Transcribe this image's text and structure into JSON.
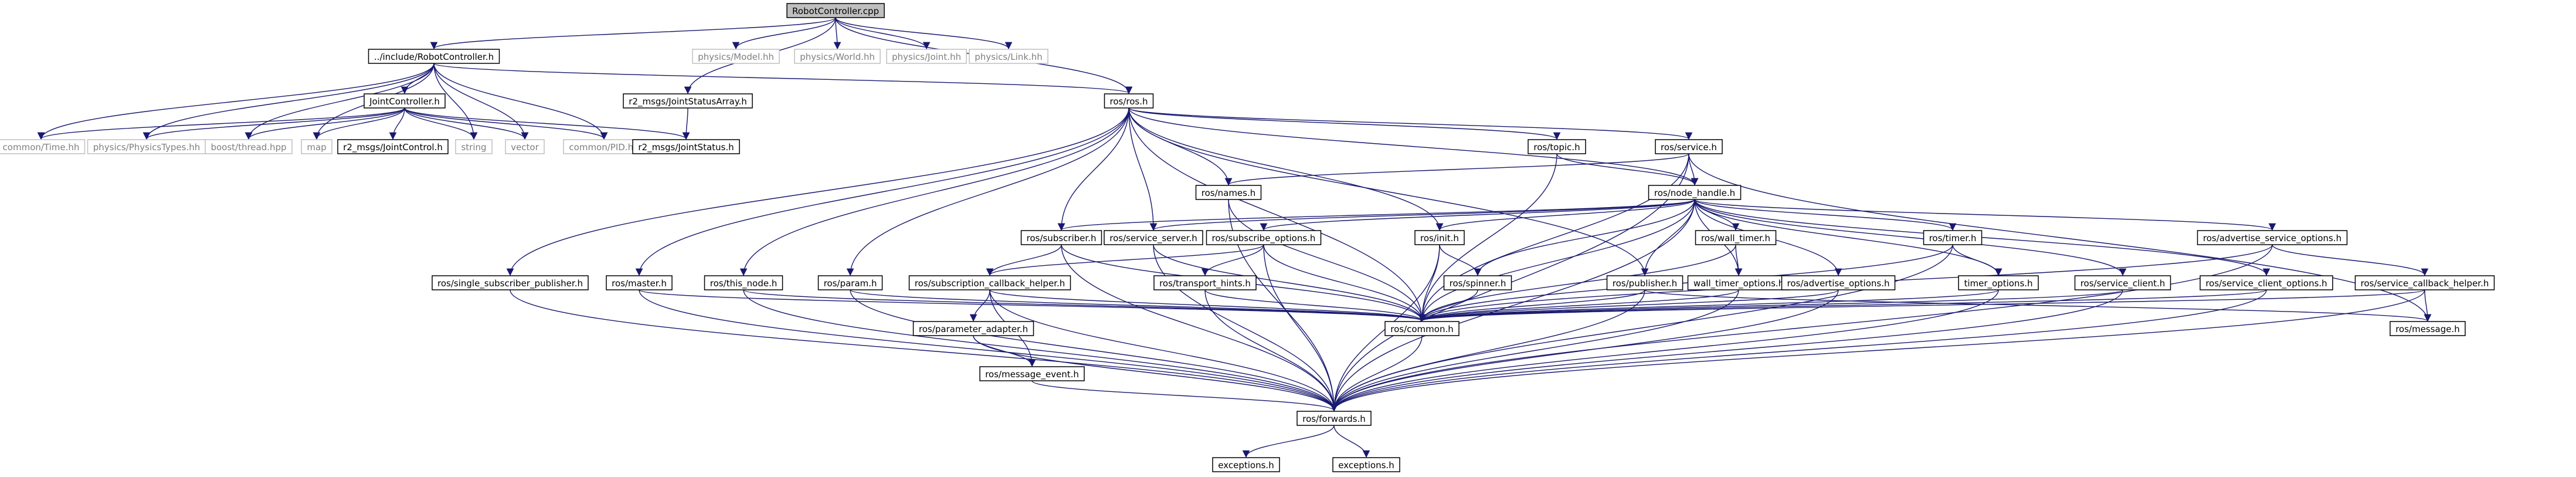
{
  "colors": {
    "edge": "#191970",
    "stub_border": "#bfbfbf",
    "stub_text": "#7f7f7f",
    "box_border": "#000000",
    "box_text": "#000000",
    "root_fill": "#bfbfbf"
  },
  "nodes": [
    {
      "id": "n0",
      "label": "RobotController.cpp",
      "kind": "root"
    },
    {
      "id": "n1",
      "label": "../include/RobotController.h",
      "kind": "box"
    },
    {
      "id": "n2",
      "label": "physics/Model.hh",
      "kind": "stub"
    },
    {
      "id": "n3",
      "label": "physics/World.hh",
      "kind": "stub"
    },
    {
      "id": "n4",
      "label": "physics/Joint.hh",
      "kind": "stub"
    },
    {
      "id": "n5",
      "label": "physics/Link.hh",
      "kind": "stub"
    },
    {
      "id": "n6",
      "label": "r2_msgs/JointStatusArray.h",
      "kind": "box"
    },
    {
      "id": "n7",
      "label": "ros/ros.h",
      "kind": "box"
    },
    {
      "id": "n8",
      "label": "JointController.h",
      "kind": "box"
    },
    {
      "id": "n9",
      "label": "common/Time.hh",
      "kind": "stub"
    },
    {
      "id": "n10",
      "label": "physics/PhysicsTypes.hh",
      "kind": "stub"
    },
    {
      "id": "n11",
      "label": "boost/thread.hpp",
      "kind": "stub"
    },
    {
      "id": "n12",
      "label": "map",
      "kind": "stub"
    },
    {
      "id": "n13",
      "label": "r2_msgs/JointControl.h",
      "kind": "box"
    },
    {
      "id": "n14",
      "label": "string",
      "kind": "stub"
    },
    {
      "id": "n15",
      "label": "vector",
      "kind": "stub"
    },
    {
      "id": "n16",
      "label": "common/PID.hh",
      "kind": "stub"
    },
    {
      "id": "n17",
      "label": "r2_msgs/JointStatus.h",
      "kind": "box"
    },
    {
      "id": "n18",
      "label": "ros/topic.h",
      "kind": "box"
    },
    {
      "id": "n19",
      "label": "ros/service.h",
      "kind": "box"
    },
    {
      "id": "n20",
      "label": "ros/names.h",
      "kind": "box"
    },
    {
      "id": "n21",
      "label": "ros/node_handle.h",
      "kind": "box"
    },
    {
      "id": "n22",
      "label": "ros/subscriber.h",
      "kind": "box"
    },
    {
      "id": "n23",
      "label": "ros/service_server.h",
      "kind": "box"
    },
    {
      "id": "n24",
      "label": "ros/subscribe_options.h",
      "kind": "box"
    },
    {
      "id": "n25",
      "label": "ros/init.h",
      "kind": "box"
    },
    {
      "id": "n26",
      "label": "ros/wall_timer.h",
      "kind": "box"
    },
    {
      "id": "n27",
      "label": "ros/timer.h",
      "kind": "box"
    },
    {
      "id": "n28",
      "label": "ros/advertise_service_options.h",
      "kind": "box"
    },
    {
      "id": "n29",
      "label": "ros/single_subscriber_publisher.h",
      "kind": "box"
    },
    {
      "id": "n30",
      "label": "ros/master.h",
      "kind": "box"
    },
    {
      "id": "n31",
      "label": "ros/this_node.h",
      "kind": "box"
    },
    {
      "id": "n32",
      "label": "ros/param.h",
      "kind": "box"
    },
    {
      "id": "n33",
      "label": "ros/subscription_callback_helper.h",
      "kind": "box"
    },
    {
      "id": "n34",
      "label": "ros/transport_hints.h",
      "kind": "box"
    },
    {
      "id": "n35",
      "label": "ros/spinner.h",
      "kind": "box"
    },
    {
      "id": "n36",
      "label": "ros/publisher.h",
      "kind": "box"
    },
    {
      "id": "n37",
      "label": "wall_timer_options.h",
      "kind": "box"
    },
    {
      "id": "n38",
      "label": "ros/advertise_options.h",
      "kind": "box"
    },
    {
      "id": "n39",
      "label": "timer_options.h",
      "kind": "box"
    },
    {
      "id": "n40",
      "label": "ros/service_client.h",
      "kind": "box"
    },
    {
      "id": "n41",
      "label": "ros/service_client_options.h",
      "kind": "box"
    },
    {
      "id": "n42",
      "label": "ros/service_callback_helper.h",
      "kind": "box"
    },
    {
      "id": "n43",
      "label": "ros/common.h",
      "kind": "box"
    },
    {
      "id": "n44",
      "label": "ros/message.h",
      "kind": "box"
    },
    {
      "id": "n45",
      "label": "ros/parameter_adapter.h",
      "kind": "box"
    },
    {
      "id": "n46",
      "label": "ros/message_event.h",
      "kind": "box"
    },
    {
      "id": "n47",
      "label": "ros/forwards.h",
      "kind": "box"
    },
    {
      "id": "n48",
      "label": "exceptions.h",
      "kind": "box"
    },
    {
      "id": "n49",
      "label": "exceptions.h",
      "kind": "box"
    }
  ],
  "edges": [
    [
      "n0",
      "n1"
    ],
    [
      "n0",
      "n2"
    ],
    [
      "n0",
      "n3"
    ],
    [
      "n0",
      "n4"
    ],
    [
      "n0",
      "n5"
    ],
    [
      "n0",
      "n6"
    ],
    [
      "n0",
      "n7"
    ],
    [
      "n1",
      "n8"
    ],
    [
      "n1",
      "n9"
    ],
    [
      "n1",
      "n10"
    ],
    [
      "n1",
      "n11"
    ],
    [
      "n1",
      "n12"
    ],
    [
      "n1",
      "n14"
    ],
    [
      "n1",
      "n15"
    ],
    [
      "n1",
      "n16"
    ],
    [
      "n1",
      "n7"
    ],
    [
      "n8",
      "n9"
    ],
    [
      "n8",
      "n10"
    ],
    [
      "n8",
      "n11"
    ],
    [
      "n8",
      "n12"
    ],
    [
      "n8",
      "n13"
    ],
    [
      "n8",
      "n14"
    ],
    [
      "n8",
      "n15"
    ],
    [
      "n8",
      "n16"
    ],
    [
      "n8",
      "n17"
    ],
    [
      "n6",
      "n17"
    ],
    [
      "n7",
      "n18"
    ],
    [
      "n7",
      "n19"
    ],
    [
      "n7",
      "n20"
    ],
    [
      "n7",
      "n21"
    ],
    [
      "n7",
      "n22"
    ],
    [
      "n7",
      "n23"
    ],
    [
      "n7",
      "n25"
    ],
    [
      "n7",
      "n29"
    ],
    [
      "n7",
      "n30"
    ],
    [
      "n7",
      "n31"
    ],
    [
      "n7",
      "n32"
    ],
    [
      "n7",
      "n36"
    ],
    [
      "n7",
      "n43"
    ],
    [
      "n18",
      "n21"
    ],
    [
      "n18",
      "n43"
    ],
    [
      "n19",
      "n20"
    ],
    [
      "n19",
      "n21"
    ],
    [
      "n19",
      "n43"
    ],
    [
      "n19",
      "n44"
    ],
    [
      "n19",
      "n47"
    ],
    [
      "n20",
      "n43"
    ],
    [
      "n20",
      "n47"
    ],
    [
      "n21",
      "n22"
    ],
    [
      "n21",
      "n23"
    ],
    [
      "n21",
      "n24"
    ],
    [
      "n21",
      "n25"
    ],
    [
      "n21",
      "n26"
    ],
    [
      "n21",
      "n27"
    ],
    [
      "n21",
      "n28"
    ],
    [
      "n21",
      "n35"
    ],
    [
      "n21",
      "n36"
    ],
    [
      "n21",
      "n37"
    ],
    [
      "n21",
      "n38"
    ],
    [
      "n21",
      "n39"
    ],
    [
      "n21",
      "n40"
    ],
    [
      "n21",
      "n41"
    ],
    [
      "n21",
      "n43"
    ],
    [
      "n21",
      "n47"
    ],
    [
      "n22",
      "n33"
    ],
    [
      "n22",
      "n43"
    ],
    [
      "n22",
      "n47"
    ],
    [
      "n23",
      "n43"
    ],
    [
      "n23",
      "n47"
    ],
    [
      "n24",
      "n33"
    ],
    [
      "n24",
      "n34"
    ],
    [
      "n24",
      "n43"
    ],
    [
      "n24",
      "n47"
    ],
    [
      "n25",
      "n35"
    ],
    [
      "n25",
      "n43"
    ],
    [
      "n25",
      "n47"
    ],
    [
      "n26",
      "n37"
    ],
    [
      "n26",
      "n43"
    ],
    [
      "n27",
      "n39"
    ],
    [
      "n27",
      "n43"
    ],
    [
      "n27",
      "n47"
    ],
    [
      "n28",
      "n42"
    ],
    [
      "n28",
      "n43"
    ],
    [
      "n28",
      "n47"
    ],
    [
      "n29",
      "n47"
    ],
    [
      "n30",
      "n43"
    ],
    [
      "n30",
      "n47"
    ],
    [
      "n31",
      "n43"
    ],
    [
      "n31",
      "n47"
    ],
    [
      "n32",
      "n43"
    ],
    [
      "n32",
      "n47"
    ],
    [
      "n33",
      "n45"
    ],
    [
      "n33",
      "n46"
    ],
    [
      "n33",
      "n43"
    ],
    [
      "n33",
      "n47"
    ],
    [
      "n34",
      "n43"
    ],
    [
      "n34",
      "n47"
    ],
    [
      "n35",
      "n43"
    ],
    [
      "n36",
      "n43"
    ],
    [
      "n36",
      "n44"
    ],
    [
      "n36",
      "n47"
    ],
    [
      "n37",
      "n43"
    ],
    [
      "n37",
      "n47"
    ],
    [
      "n38",
      "n43"
    ],
    [
      "n38",
      "n47"
    ],
    [
      "n39",
      "n43"
    ],
    [
      "n39",
      "n47"
    ],
    [
      "n40",
      "n43"
    ],
    [
      "n40",
      "n47"
    ],
    [
      "n41",
      "n43"
    ],
    [
      "n41",
      "n47"
    ],
    [
      "n42",
      "n43"
    ],
    [
      "n42",
      "n44"
    ],
    [
      "n42",
      "n47"
    ],
    [
      "n45",
      "n46"
    ],
    [
      "n45",
      "n47"
    ],
    [
      "n46",
      "n47"
    ],
    [
      "n43",
      "n47"
    ],
    [
      "n47",
      "n48"
    ],
    [
      "n47",
      "n49"
    ]
  ]
}
